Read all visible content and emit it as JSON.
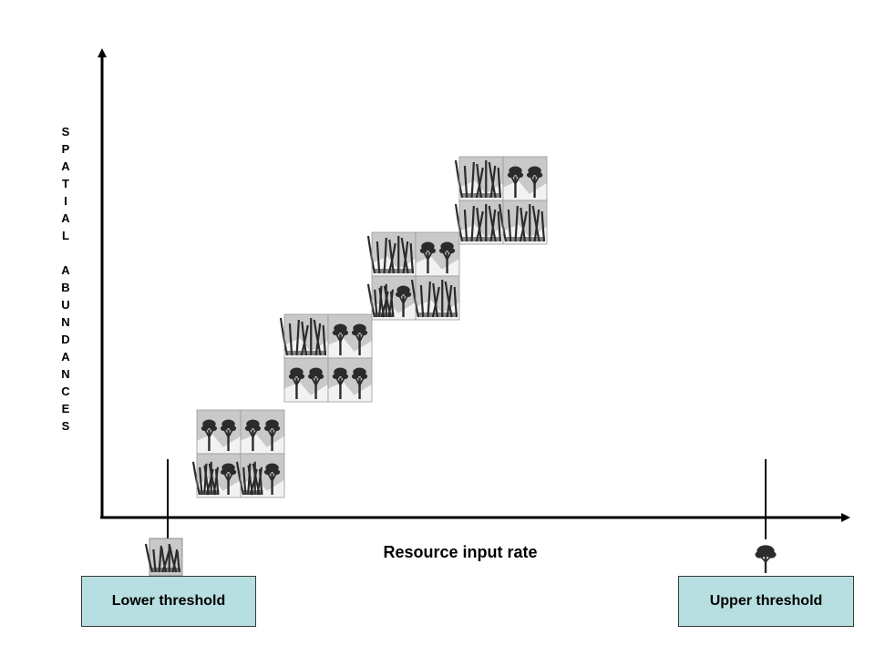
{
  "diagram": {
    "y_axis_label": "SPATIAL ABUNDANCES",
    "x_axis_label": "Resource input rate",
    "thresholds": {
      "lower": {
        "label": "Lower threshold",
        "icon": "grass-tuft-icon"
      },
      "upper": {
        "label": "Upper threshold",
        "icon": "shrub-icon"
      }
    },
    "stages": [
      {
        "name": "stage-1",
        "tiles": [
          "shrub",
          "shrub",
          "mixed",
          "mixed"
        ]
      },
      {
        "name": "stage-2",
        "tiles": [
          "grass",
          "shrub",
          "shrub",
          "shrub"
        ]
      },
      {
        "name": "stage-3",
        "tiles": [
          "grass",
          "shrub",
          "mixed",
          "grass"
        ]
      },
      {
        "name": "stage-4",
        "tiles": [
          "grass",
          "shrub",
          "grass",
          "grass"
        ]
      }
    ],
    "colors": {
      "vegetation": "#2b2b2b",
      "tile_background": "#c9c9c9",
      "threshold_box": "#b7dfe1",
      "axis": "#000000"
    }
  }
}
